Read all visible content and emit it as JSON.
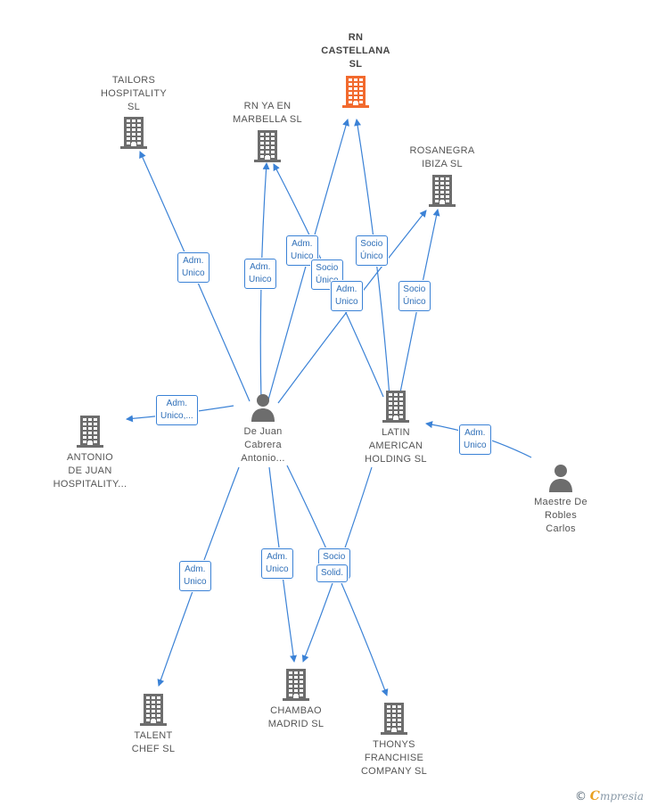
{
  "colors": {
    "edge": "#3b82d6",
    "company_icon": "#6d6d6d",
    "company_icon_highlight": "#f26a2e",
    "person_icon": "#6d6d6d"
  },
  "nodes": [
    {
      "id": "rn-castellana",
      "type": "company",
      "highlight": true,
      "label": "RN\nCASTELLANA\nSL"
    },
    {
      "id": "tailors",
      "type": "company",
      "label": "TAILORS\nHOSPITALITY\nSL"
    },
    {
      "id": "rn-ya-marbella",
      "type": "company",
      "label": "RN YA EN\nMARBELLA  SL"
    },
    {
      "id": "rosanegra",
      "type": "company",
      "label": "ROSANEGRA\nIBIZA  SL"
    },
    {
      "id": "de-juan",
      "type": "person",
      "label": "De Juan\nCabrera\nAntonio..."
    },
    {
      "id": "latin-american",
      "type": "company",
      "label": "LATIN\nAMERICAN\nHOLDING  SL"
    },
    {
      "id": "antonio-de-juan",
      "type": "company",
      "label": "ANTONIO\nDE JUAN\nHOSPITALITY..."
    },
    {
      "id": "maestre",
      "type": "person",
      "label": "Maestre De\nRobles\nCarlos"
    },
    {
      "id": "talent-chef",
      "type": "company",
      "label": "TALENT\nCHEF  SL"
    },
    {
      "id": "chambao",
      "type": "company",
      "label": "CHAMBAO\nMADRID  SL"
    },
    {
      "id": "thonys",
      "type": "company",
      "label": "THONYS\nFRANCHISE\nCOMPANY  SL"
    }
  ],
  "edges": [
    {
      "id": "e1",
      "from": "de-juan",
      "to": "tailors",
      "label": "Adm.\nUnico"
    },
    {
      "id": "e2",
      "from": "de-juan",
      "to": "rn-ya-marbella",
      "label": "Adm.\nUnico"
    },
    {
      "id": "e3",
      "from": "de-juan",
      "to": "rn-castellana",
      "label": "Adm.\nUnico"
    },
    {
      "id": "e4",
      "from": "latin-american",
      "to": "rn-castellana",
      "label": "Socio\nÚnico"
    },
    {
      "id": "e5",
      "from": "latin-american",
      "to": "rn-ya-marbella",
      "label": "Socio\nÚnico"
    },
    {
      "id": "e6",
      "from": "de-juan",
      "to": "rosanegra",
      "label": "Adm.\nUnico"
    },
    {
      "id": "e7",
      "from": "latin-american",
      "to": "rosanegra",
      "label": "Socio\nÚnico"
    },
    {
      "id": "e8",
      "from": "de-juan",
      "to": "antonio-de-juan",
      "label": "Adm.\nUnico,..."
    },
    {
      "id": "e9",
      "from": "maestre",
      "to": "latin-american",
      "label": "Adm.\nUnico"
    },
    {
      "id": "e10",
      "from": "de-juan",
      "to": "talent-chef",
      "label": "Adm.\nUnico"
    },
    {
      "id": "e11",
      "from": "de-juan",
      "to": "chambao",
      "label": "Adm.\nUnico"
    },
    {
      "id": "e12",
      "from": "latin-american",
      "to": "chambao",
      "label": "Socio\nÚnico"
    },
    {
      "id": "e13",
      "from": "de-juan",
      "to": "thonys",
      "label": "Solid."
    }
  ],
  "brand": {
    "copyright": "©",
    "initial": "C",
    "rest": "mpresia"
  }
}
